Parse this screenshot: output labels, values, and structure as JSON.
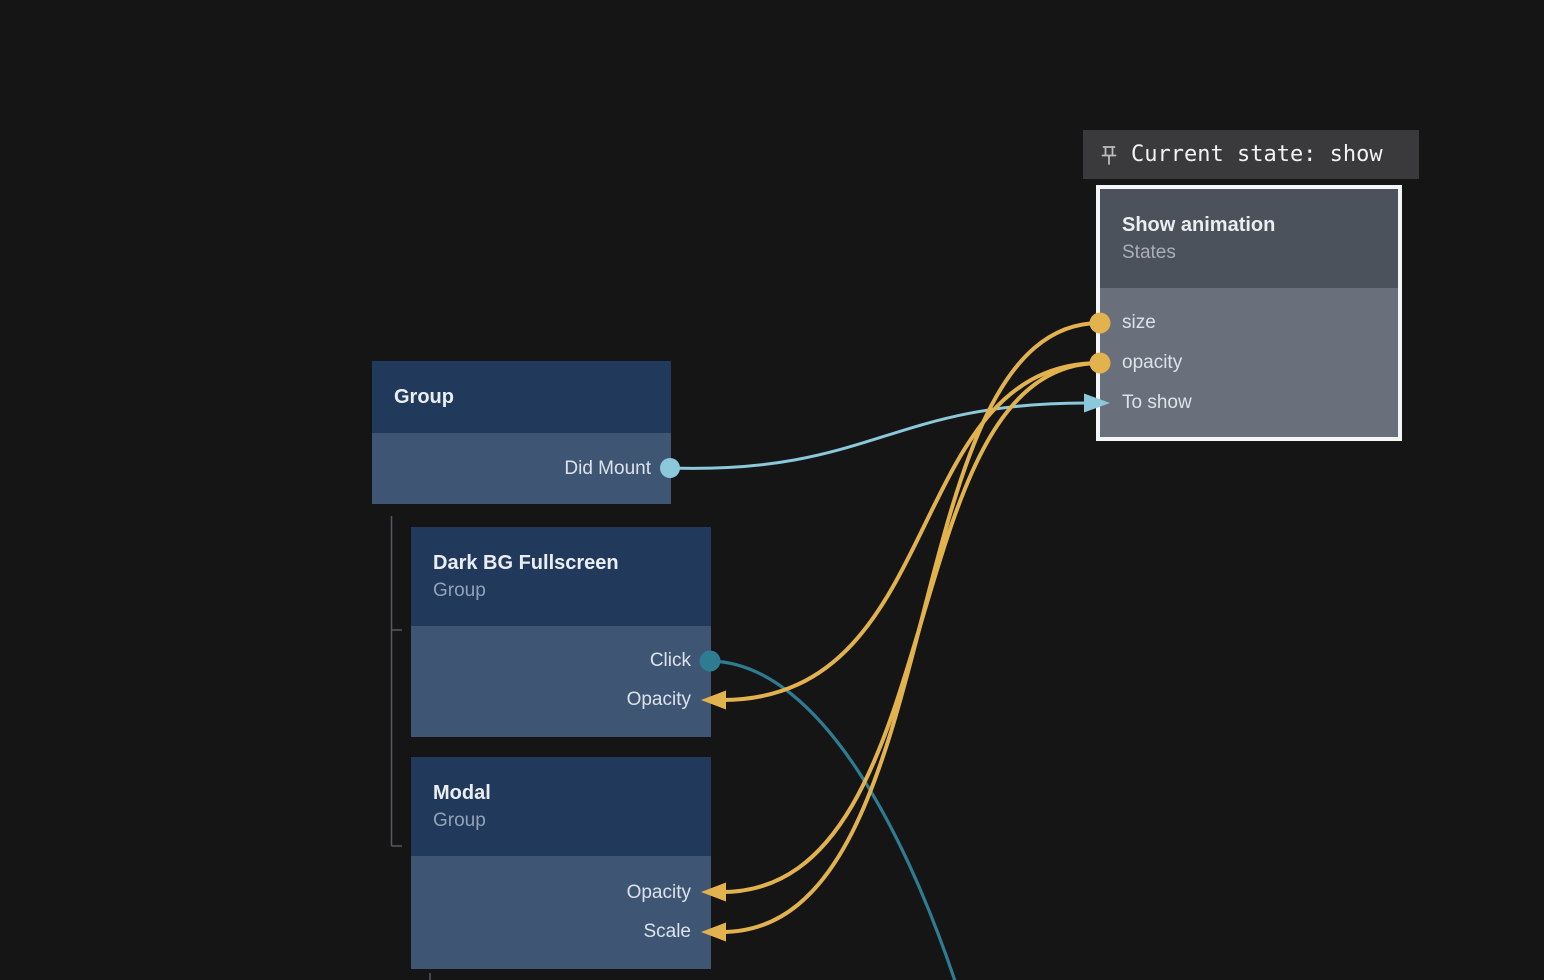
{
  "pinned_status": {
    "text": "Current state: show",
    "icon": "pushpin-icon"
  },
  "nodes": {
    "show_animation": {
      "title": "Show animation",
      "subtitle": "States",
      "ports": [
        {
          "label": "size",
          "marker": "dot",
          "color_ref": "yellow"
        },
        {
          "label": "opacity",
          "marker": "dot",
          "color_ref": "yellow"
        },
        {
          "label": "To show",
          "marker": "arrow-in",
          "color_ref": "teal_light"
        }
      ]
    },
    "group": {
      "title": "Group",
      "ports": [
        {
          "label": "Did Mount",
          "marker": "dot-out",
          "color_ref": "teal_light"
        }
      ]
    },
    "dark_bg_fullscreen": {
      "title": "Dark BG Fullscreen",
      "subtitle": "Group",
      "ports": [
        {
          "label": "Click",
          "marker": "dot-out",
          "color_ref": "teal_dark"
        },
        {
          "label": "Opacity",
          "marker": "arrow-in",
          "color_ref": "yellow"
        }
      ]
    },
    "modal": {
      "title": "Modal",
      "subtitle": "Group",
      "ports": [
        {
          "label": "Opacity",
          "marker": "arrow-in",
          "color_ref": "yellow"
        },
        {
          "label": "Scale",
          "marker": "arrow-in",
          "color_ref": "yellow"
        }
      ]
    }
  },
  "connections": [
    {
      "from": "Group.Did Mount",
      "to": "Show animation.To show",
      "color_ref": "teal_light"
    },
    {
      "from": "Show animation.opacity",
      "to": "Dark BG Fullscreen.Opacity",
      "color_ref": "yellow"
    },
    {
      "from": "Show animation.opacity",
      "to": "Modal.Opacity",
      "color_ref": "yellow"
    },
    {
      "from": "Show animation.size",
      "to": "Modal.Scale",
      "color_ref": "yellow"
    },
    {
      "from": "Dark BG Fullscreen.Click",
      "to": "offscreen-bottom",
      "color_ref": "teal_dark"
    }
  ],
  "colors": {
    "background": "#151516",
    "node_header_blue": "#21395B",
    "node_body_blue": "#3E5574",
    "node_header_gray": "#4C525C",
    "node_body_gray": "#6A707B",
    "node_border_white": "#F4F5F6",
    "yellow": "#E2B24E",
    "teal_light": "#8BC8DB",
    "teal_dark": "#2E7C91",
    "tree_line": "#56595E",
    "pin_bg": "#3A3A3C",
    "pin_text": "#F2F2F3"
  }
}
